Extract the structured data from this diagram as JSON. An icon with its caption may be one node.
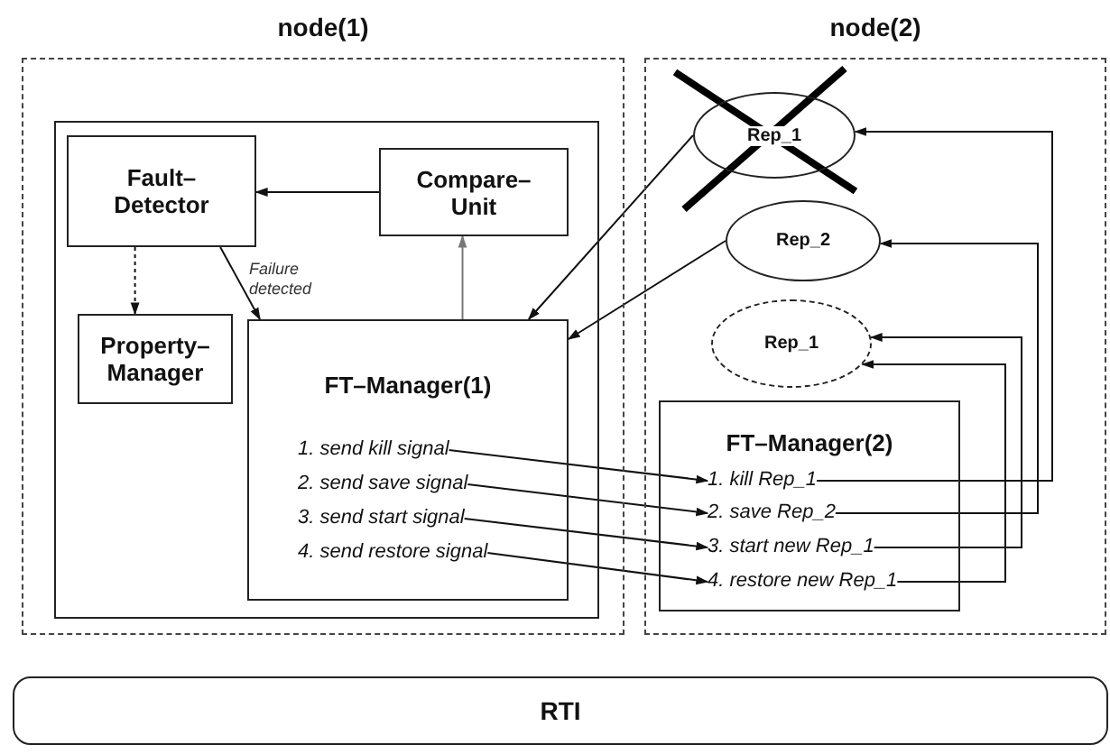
{
  "diagram": {
    "nodes": [
      {
        "text": [
          "node(1)"
        ]
      },
      {
        "text": [],
        "shape": "box",
        "in": 0
      },
      {
        "text": [
          "Fault–Detector"
        ],
        "in": 1
      },
      {
        "text": [
          "Compare–Unit"
        ],
        "in": 1
      },
      {
        "text": [
          "Property–Manager"
        ],
        "in": 1
      },
      {
        "text": [
          "FT–Manager(1)"
        ],
        "in": 1
      },
      {
        "text": [
          "1. send kill signal"
        ],
        "in": 5
      },
      {
        "text": [
          "2. send save signal"
        ],
        "in": 5
      },
      {
        "text": [
          "3. send start signal"
        ],
        "in": 5
      },
      {
        "text": [
          "4. send restore signal"
        ],
        "in": 5
      },
      {
        "text": [
          "node(2)"
        ]
      },
      {
        "text": [
          "Rep_1"
        ],
        "in": 10
      },
      {
        "text": [
          "Rep_2"
        ],
        "in": 10
      },
      {
        "text": [
          "Rep_1"
        ],
        "in": 10
      },
      {
        "text": [
          "FT–Manager(2)"
        ],
        "in": 10
      },
      {
        "text": [
          "1. kill Rep_1"
        ],
        "in": 14
      },
      {
        "text": [
          "2. save Rep_2"
        ],
        "in": 14
      },
      {
        "text": [
          "3. start new Rep_1"
        ],
        "in": 14
      },
      {
        "text": [
          "4. restore new Rep_1"
        ],
        "in": 14
      },
      {
        "text": [
          "RTI"
        ]
      }
    ],
    "edges": [
      {
        "from": 3,
        "to": 2,
        "arrow": "to"
      },
      {
        "from": 2,
        "to": 5,
        "arrow": "to",
        "label": "Failure detected"
      },
      {
        "from": 2,
        "to": 4,
        "arrow": "to",
        "style": "dashed"
      },
      {
        "from": 5,
        "to": 3,
        "arrow": "to",
        "color": "#777777"
      },
      {
        "from": 11,
        "to": 5,
        "arrow": "to"
      },
      {
        "from": 12,
        "to": 5,
        "arrow": "to"
      },
      {
        "from": 6,
        "to": 15,
        "arrow": "to"
      },
      {
        "from": 7,
        "to": 16,
        "arrow": "to"
      },
      {
        "from": 8,
        "to": 17,
        "arrow": "to"
      },
      {
        "from": 9,
        "to": 18,
        "arrow": "to"
      },
      {
        "from": 15,
        "to": 11,
        "arrow": "to"
      },
      {
        "from": 16,
        "to": 12,
        "arrow": "to"
      },
      {
        "from": 17,
        "to": 13,
        "arrow": "to"
      },
      {
        "from": 18,
        "to": 13,
        "arrow": "to"
      }
    ]
  }
}
